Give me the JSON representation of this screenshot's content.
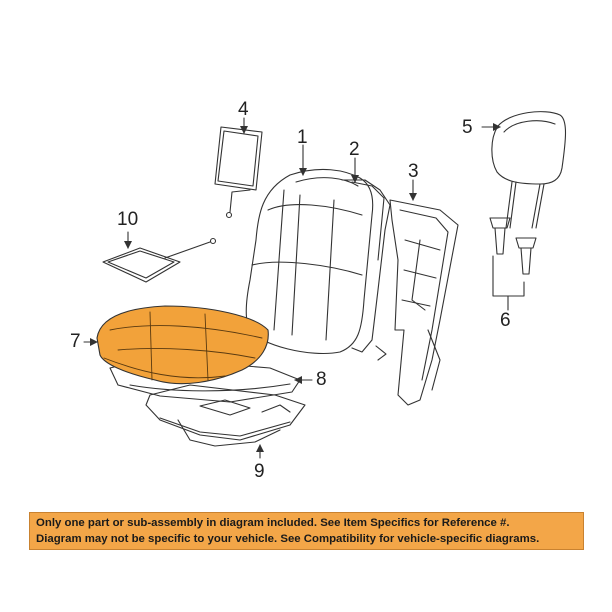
{
  "callouts": [
    {
      "id": "1",
      "label": "1"
    },
    {
      "id": "2",
      "label": "2"
    },
    {
      "id": "3",
      "label": "3"
    },
    {
      "id": "4",
      "label": "4"
    },
    {
      "id": "5",
      "label": "5"
    },
    {
      "id": "6",
      "label": "6"
    },
    {
      "id": "7",
      "label": "7"
    },
    {
      "id": "8",
      "label": "8"
    },
    {
      "id": "9",
      "label": "9"
    },
    {
      "id": "10",
      "label": "10"
    }
  ],
  "highlight_color": "#f2a23a",
  "line_color": "#333333",
  "notice": {
    "line1": "Only one part or sub-assembly in diagram included. See Item Specifics for Reference #.",
    "line2": "Diagram may not be specific to your vehicle. See Compatibility for vehicle-specific diagrams.",
    "background": "#f3a648"
  }
}
